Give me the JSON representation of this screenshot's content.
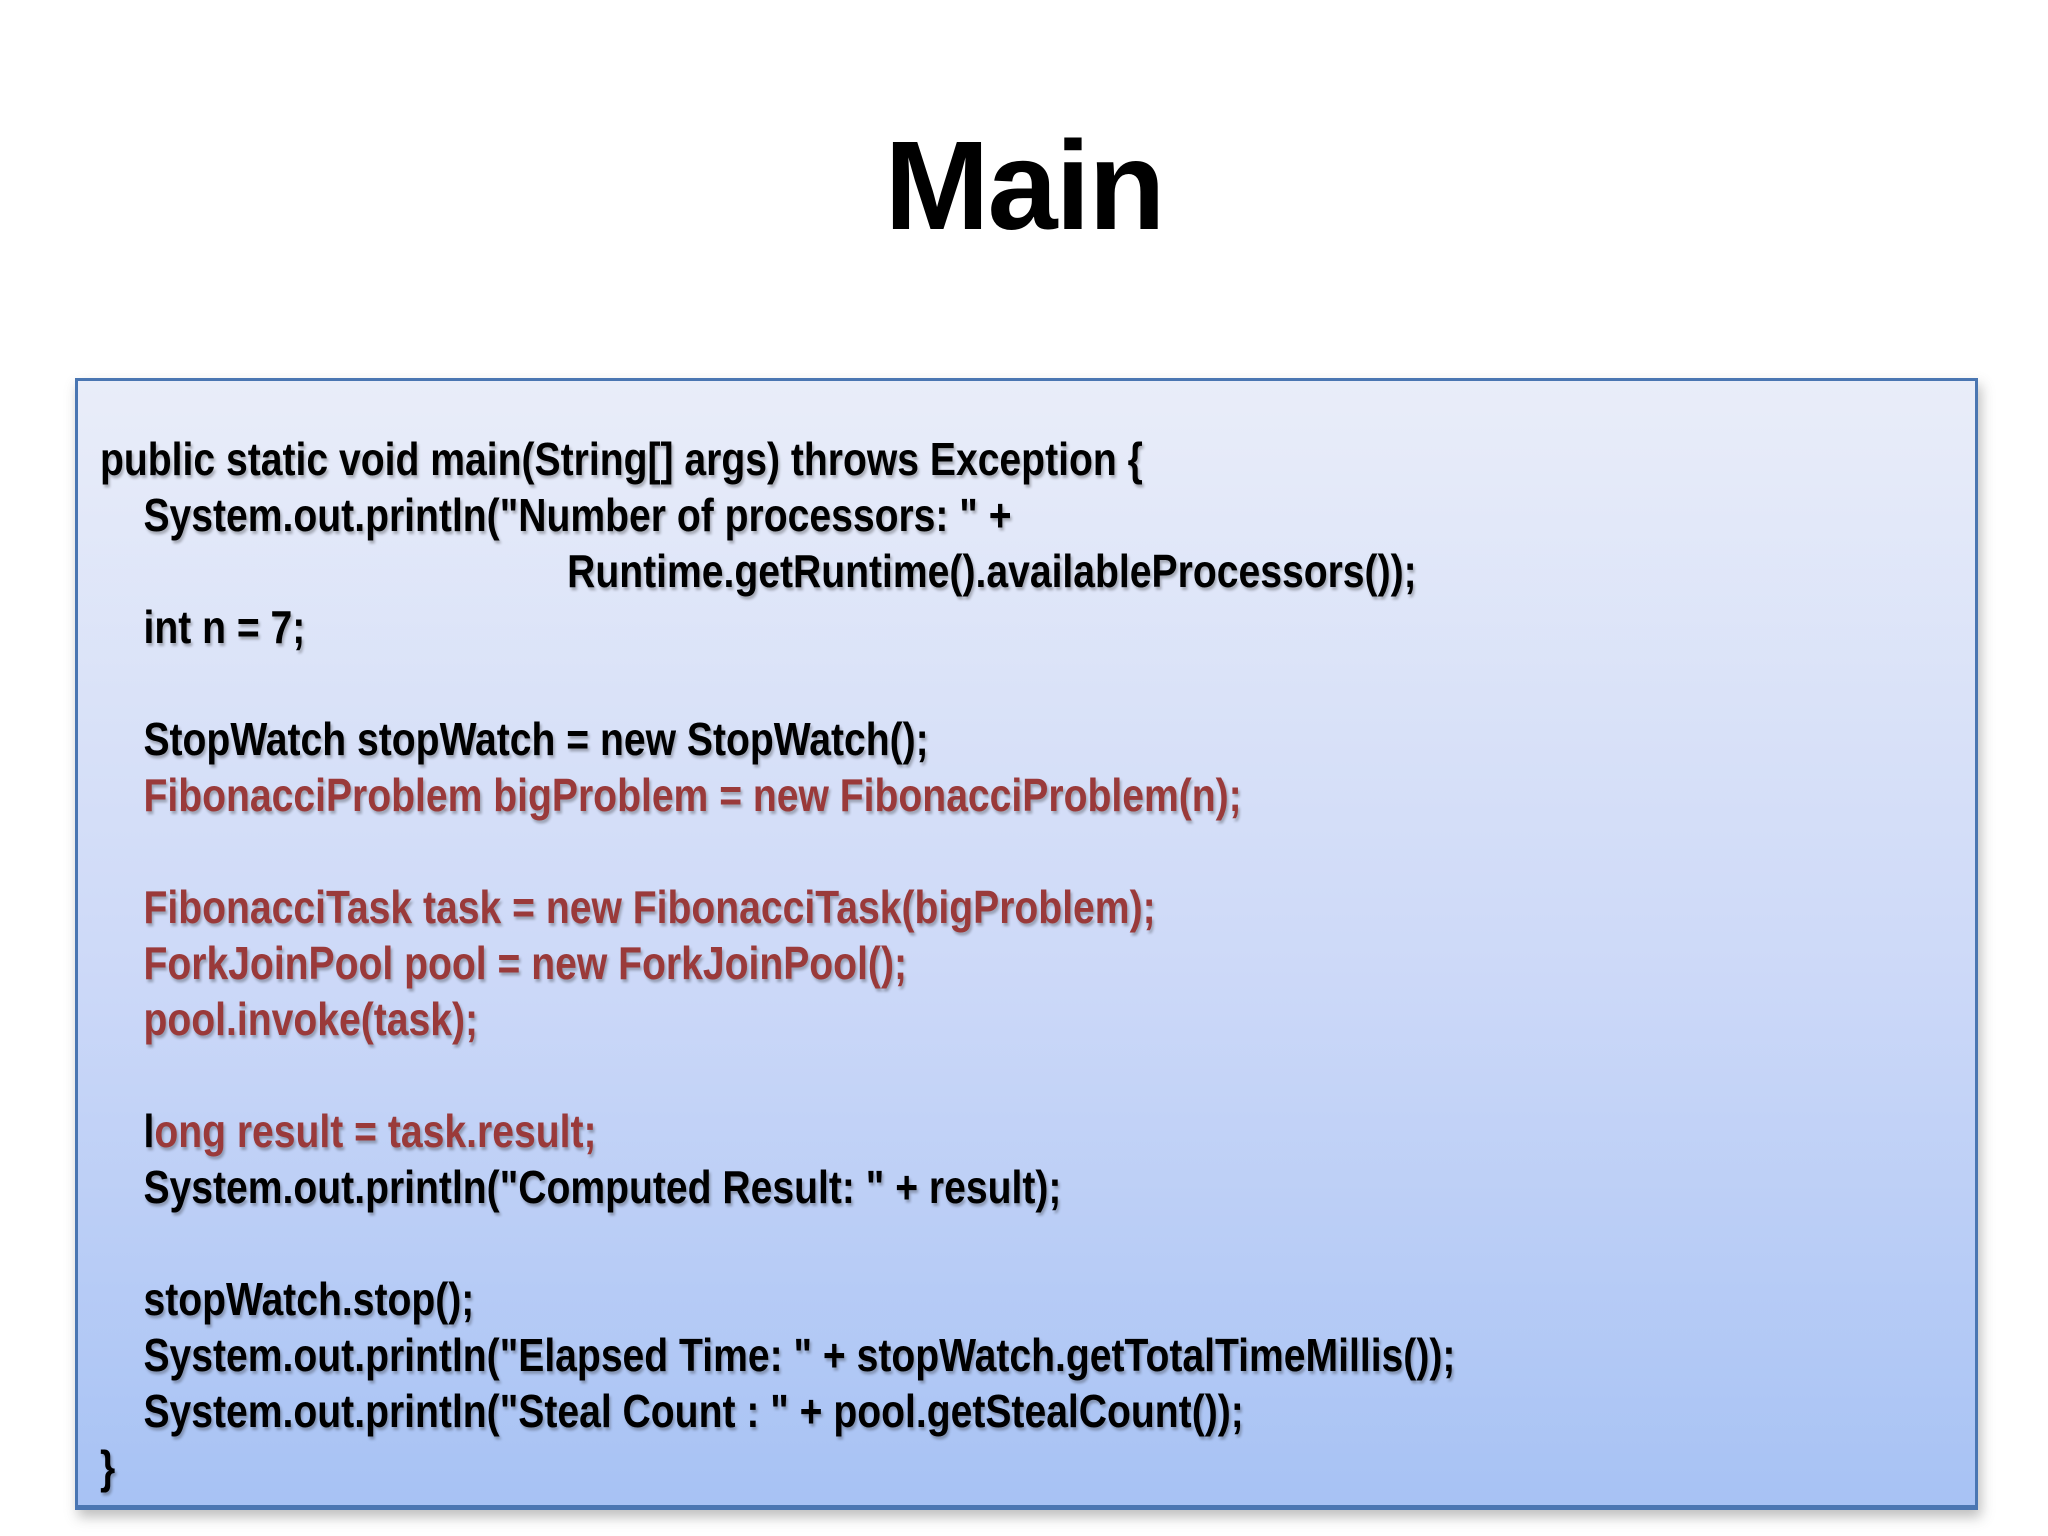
{
  "slide": {
    "title": "Main"
  },
  "colors": {
    "code_default": "#000000",
    "code_highlight": "#9a3a3a",
    "box_border": "#4a76b2",
    "box_gradient_top": "#e9edf9",
    "box_gradient_middle": "#cdd9f8",
    "box_gradient_bottom": "#a7c2f4"
  },
  "code_block": {
    "lines": [
      {
        "segments": [
          {
            "text": "public static void main(String[] args) throws Exception {",
            "style": "default"
          }
        ]
      },
      {
        "segments": [
          {
            "text": "    System.out.println(\"Number of processors: \" +",
            "style": "default"
          }
        ]
      },
      {
        "segments": [
          {
            "text": "                                           Runtime.getRuntime().availableProcessors());",
            "style": "default"
          }
        ]
      },
      {
        "segments": [
          {
            "text": "    int n = 7;",
            "style": "default"
          }
        ]
      },
      {
        "segments": []
      },
      {
        "segments": [
          {
            "text": "    StopWatch stopWatch = new StopWatch();",
            "style": "default"
          }
        ]
      },
      {
        "segments": [
          {
            "text": "    ",
            "style": "default"
          },
          {
            "text": "FibonacciProblem bigProblem = new FibonacciProblem(n);",
            "style": "highlight"
          }
        ]
      },
      {
        "segments": []
      },
      {
        "segments": [
          {
            "text": "    ",
            "style": "default"
          },
          {
            "text": "FibonacciTask task = new FibonacciTask(bigProblem);",
            "style": "highlight"
          }
        ]
      },
      {
        "segments": [
          {
            "text": "    ",
            "style": "default"
          },
          {
            "text": "ForkJoinPool pool = new ForkJoinPool();",
            "style": "highlight"
          }
        ]
      },
      {
        "segments": [
          {
            "text": "    ",
            "style": "default"
          },
          {
            "text": "pool.invoke(task);",
            "style": "highlight"
          }
        ]
      },
      {
        "segments": []
      },
      {
        "segments": [
          {
            "text": "    l",
            "style": "default"
          },
          {
            "text": "ong result = task.result;",
            "style": "highlight"
          }
        ]
      },
      {
        "segments": [
          {
            "text": "    System.out.println(\"Computed Result: \" + result);",
            "style": "default"
          }
        ]
      },
      {
        "segments": []
      },
      {
        "segments": [
          {
            "text": "    stopWatch.stop();",
            "style": "default"
          }
        ]
      },
      {
        "segments": [
          {
            "text": "    System.out.println(\"Elapsed Time: \" + stopWatch.getTotalTimeMillis());",
            "style": "default"
          }
        ]
      },
      {
        "segments": [
          {
            "text": "    System.out.println(\"Steal Count : \" + pool.getStealCount());",
            "style": "default"
          }
        ]
      },
      {
        "segments": [
          {
            "text": "}",
            "style": "default"
          }
        ]
      }
    ]
  }
}
